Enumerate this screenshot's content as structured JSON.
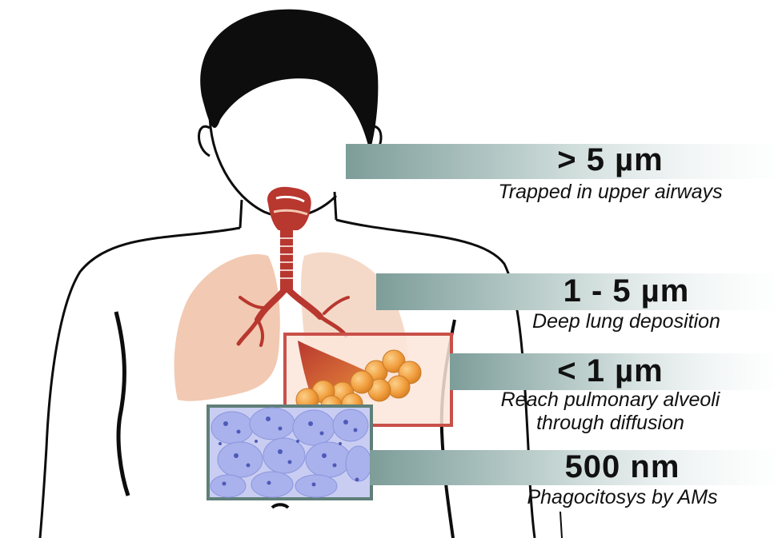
{
  "bands": [
    {
      "size": "> 5 µm",
      "description": [
        "Trapped in upper airways"
      ]
    },
    {
      "size": "1 - 5 µm",
      "description": [
        "Deep lung deposition"
      ]
    },
    {
      "size": "< 1 µm",
      "description": [
        "Reach pulmonary alveoli",
        "through diffusion"
      ]
    },
    {
      "size": "500 nm",
      "description": [
        "Phagocitosys by AMs"
      ]
    }
  ],
  "colors": {
    "silhouette": "#0d0d0d",
    "lung": "#f2c9b2",
    "trachea": "#b8372f",
    "alveoli": "#f0a040",
    "alveolus_box_border": "#c8504a",
    "cell_box_border": "#5f7f78",
    "cell_fill": "#a9b2ec",
    "band_dark": "#7d9d99",
    "band_light": "#f4f8f8"
  },
  "icons": [
    "human-silhouette-icon",
    "lungs-icon",
    "alveoli-icon",
    "macrophage-cells-icon"
  ]
}
